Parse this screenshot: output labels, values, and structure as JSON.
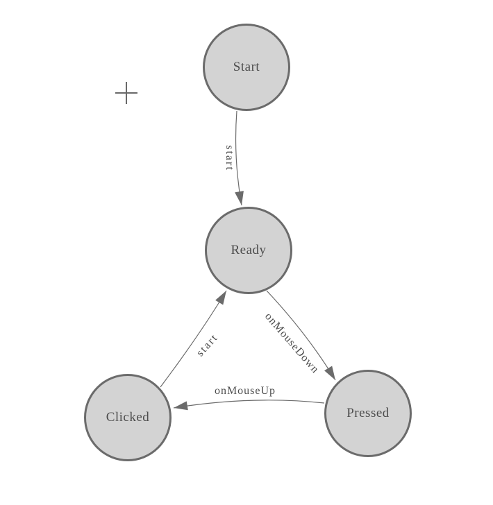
{
  "theme": {
    "canvas-bg": "#ffffff",
    "node-fill": "#d3d3d3",
    "node-border": "#6b6b6b",
    "edge-color": "#6b6b6b",
    "text-color": "#4d4d4d",
    "crosshair-color": "#696969"
  },
  "diagram": {
    "type": "state-machine",
    "nodes": [
      {
        "id": "start",
        "label": "Start"
      },
      {
        "id": "ready",
        "label": "Ready"
      },
      {
        "id": "clicked",
        "label": "Clicked"
      },
      {
        "id": "pressed",
        "label": "Pressed"
      }
    ],
    "edges": [
      {
        "from": "Start",
        "to": "Ready",
        "label": "start"
      },
      {
        "from": "Ready",
        "to": "Pressed",
        "label": "onMouseDown"
      },
      {
        "from": "Pressed",
        "to": "Clicked",
        "label": "onMouseUp"
      },
      {
        "from": "Clicked",
        "to": "Ready",
        "label": "start"
      }
    ]
  }
}
